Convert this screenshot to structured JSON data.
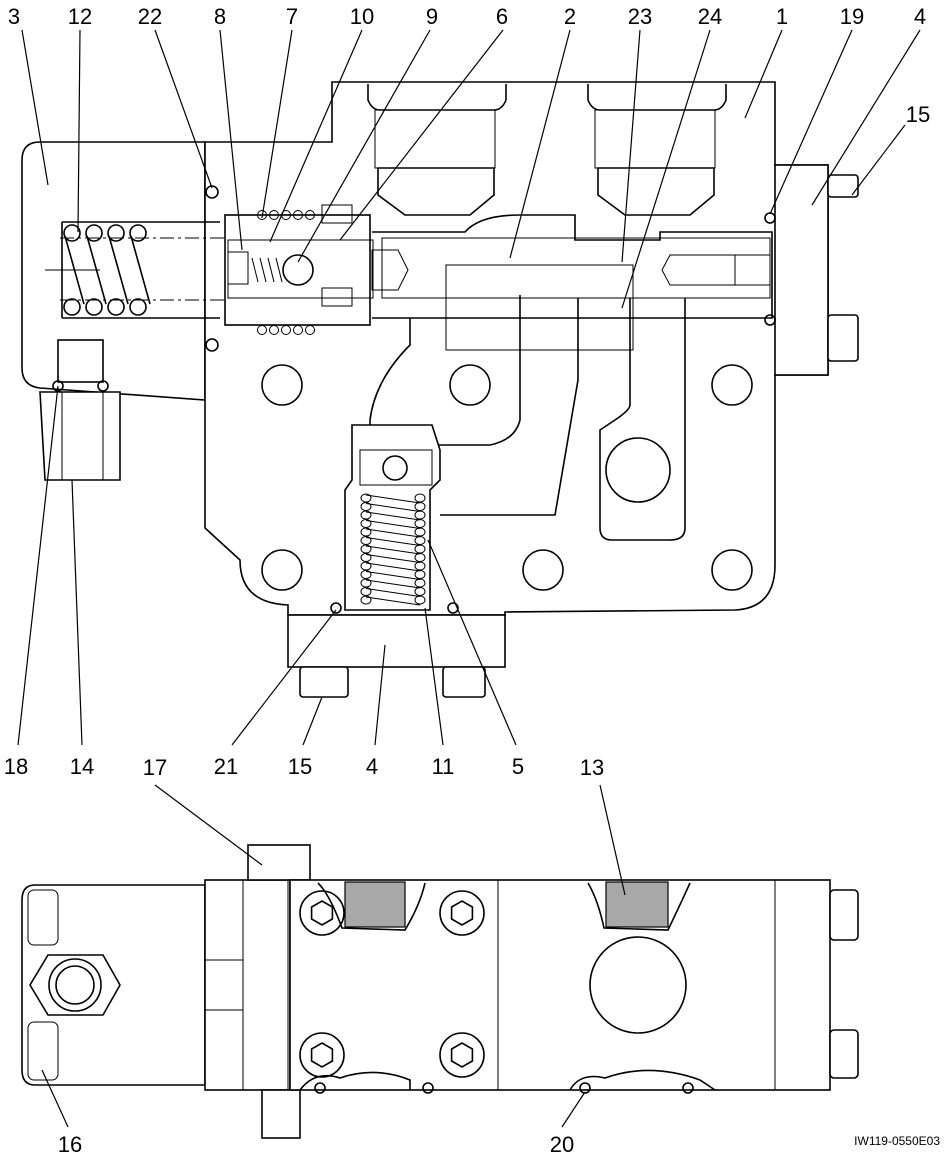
{
  "top_labels": [
    "3",
    "12",
    "22",
    "8",
    "7",
    "10",
    "9",
    "6",
    "2",
    "23",
    "24",
    "1",
    "19",
    "4",
    "15"
  ],
  "bottom_labels": [
    "18",
    "14",
    "21",
    "15",
    "4",
    "11",
    "5"
  ],
  "lower_view_labels": [
    "17",
    "13",
    "16",
    "20"
  ],
  "drawing_ref": "IW119-0550E03"
}
